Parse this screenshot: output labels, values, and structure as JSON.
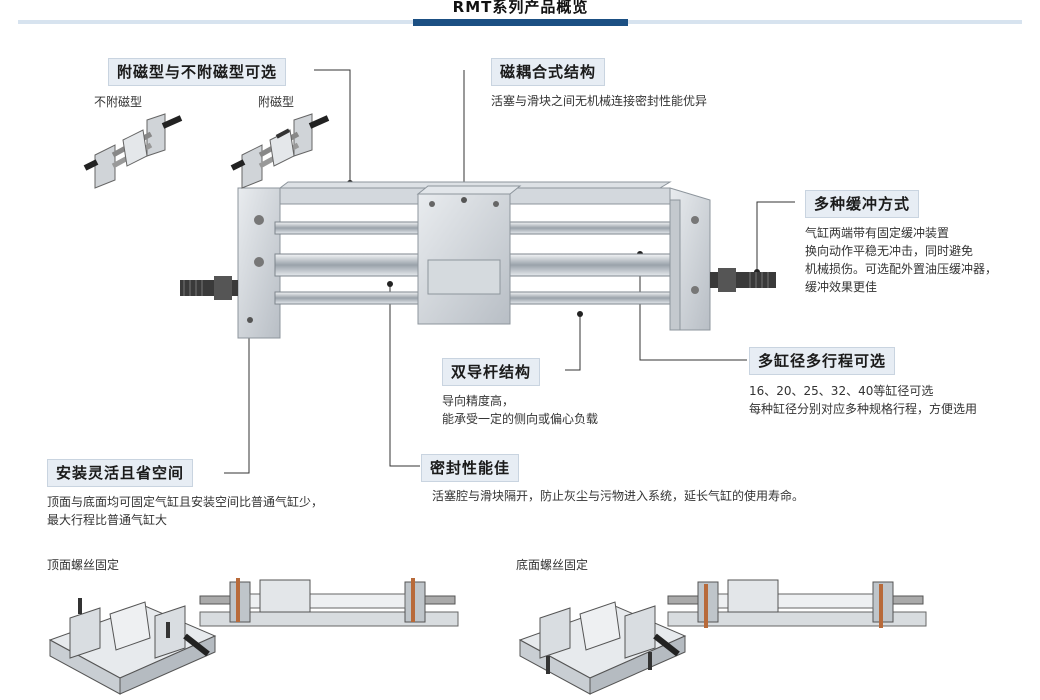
{
  "header": {
    "title": "RMT系列产品概览"
  },
  "features": {
    "magnetic": {
      "label": "附磁型与不附磁型可选",
      "non_magnetic": "不附磁型",
      "with_magnetic": "附磁型"
    },
    "coupling": {
      "label": "磁耦合式结构",
      "desc": "活塞与滑块之间无机械连接密封性能优异"
    },
    "cushion": {
      "label": "多种缓冲方式",
      "desc": [
        "气缸两端带有固定缓冲装置",
        "换向动作平稳无冲击，同时避免",
        "机械损伤。可选配外置油压缓冲器，",
        "缓冲效果更佳"
      ]
    },
    "guide": {
      "label": "双导杆结构",
      "desc": [
        "导向精度高，",
        "能承受一定的侧向或偏心负载"
      ]
    },
    "stroke": {
      "label": "多缸径多行程可选",
      "desc": [
        "16、20、25、32、40等缸径可选",
        "每种缸径分别对应多种规格行程，方便选用"
      ]
    },
    "install": {
      "label": "安装灵活且省空间",
      "desc": [
        "顶面与底面均可固定气缸且安装空间比普通气缸少，",
        "最大行程比普通气缸大"
      ]
    },
    "seal": {
      "label": "密封性能佳",
      "desc": "活塞腔与滑块隔开，防止灰尘与污物进入系统，延长气缸的使用寿命。"
    }
  },
  "mounting": {
    "top": "顶面螺丝固定",
    "bottom": "底面螺丝固定"
  },
  "colors": {
    "accent": "#1b4f83",
    "tag_bg": "#e7edf4",
    "metal": "#c9ced3"
  }
}
